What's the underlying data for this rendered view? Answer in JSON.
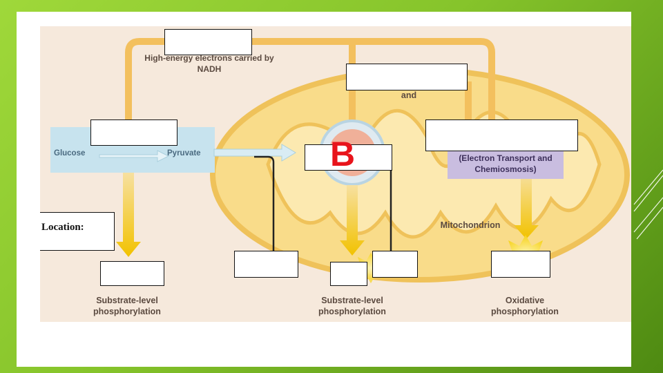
{
  "diagram": {
    "nadh_label": "High-energy electrons carried by NADH",
    "and_label": "and",
    "glucose_label": "Glucose",
    "pyruvate_label": "Pyruvate",
    "marker_letter": "B",
    "etc_label": "(Electron Transport and Chemiosmosis)",
    "mito_label": "Mitochondrion",
    "location_label": "Location:",
    "substrate_label_1": "Substrate-level phosphorylation",
    "substrate_label_2": "Substrate-level phosphorylation",
    "oxidative_label": "Oxidative phosphorylation"
  },
  "colors": {
    "arrow_orange": "#f3c05e",
    "mito_fill": "#f9dc8a",
    "glycolysis_box": "#c7e3ee",
    "krebs_circle": "#f0b099",
    "marker_red": "#e8141b",
    "etc_box": "#c9bde0",
    "slide_green": "#86c42b"
  }
}
